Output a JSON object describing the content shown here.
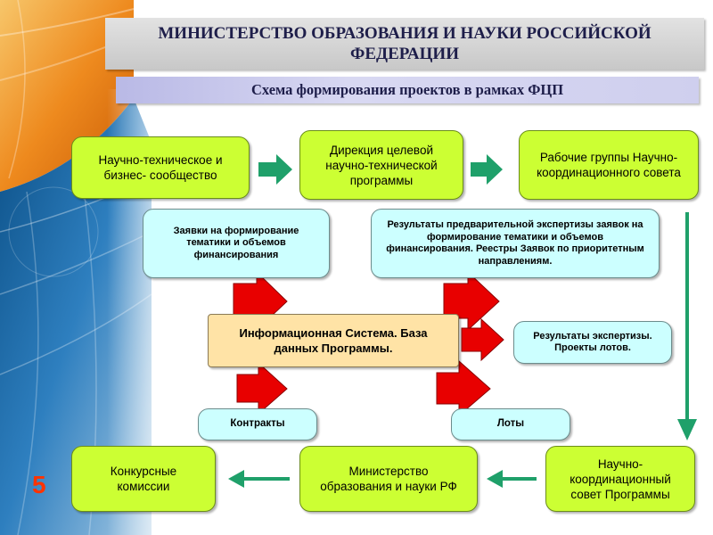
{
  "header": {
    "title": "МИНИСТЕРСТВО ОБРАЗОВАНИЯ И НАУКИ РОССИЙСКОЙ ФЕДЕРАЦИИ",
    "subtitle": "Схема формирования проектов в рамках ФЦП"
  },
  "boxes": {
    "community": "Научно-техническое и бизнес- сообщество",
    "directorate": "Дирекция целевой научно-технической программы",
    "working_groups": "Рабочие группы Научно-координационного совета",
    "applications": "Заявки на формирование тематики и объемов финансирования",
    "prelim_results": "Результаты предварительной экспертизы заявок на формирование тематики и объемов финансирования. Реестры Заявок по приоритетным направлениям.",
    "info_system": "Информационная Система. База данных Программы.",
    "expert_results": "Результаты экспертизы. Проекты лотов.",
    "contracts": "Контракты",
    "lots": "Лоты",
    "commissions": "Конкурсные комиссии",
    "ministry": "Министерство образования и науки РФ",
    "council": "Научно-координационный совет Программы"
  },
  "page_number": "5",
  "colors": {
    "green_box": "#ccff33",
    "cyan_box": "#ccffff",
    "peach_box": "#ffe3a6",
    "green_arrow": "#1fa06a",
    "red_arrow": "#e80000",
    "page_number": "#ff3300"
  }
}
